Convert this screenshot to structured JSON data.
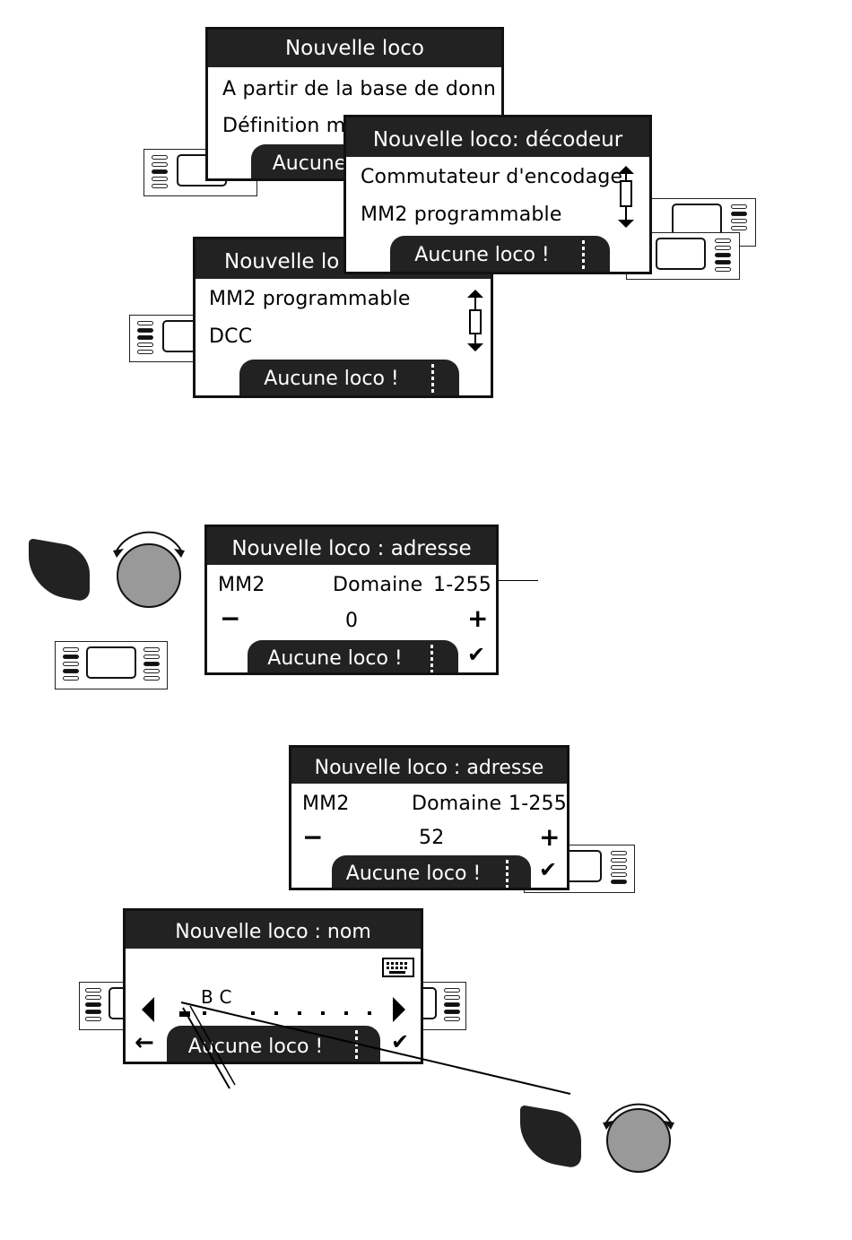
{
  "screens": {
    "new_loco": {
      "title": "Nouvelle loco",
      "items": [
        "A partir de la base de donn",
        "Définition m"
      ],
      "button": "Aucune"
    },
    "decoder_top": {
      "title": "Nouvelle loco: décodeur",
      "items": [
        "Commutateur d'encodage",
        "MM2 programmable"
      ],
      "button": "Aucune loco !"
    },
    "decoder_bottom": {
      "title": "Nouvelle lo",
      "items": [
        "MM2 programmable",
        "DCC"
      ],
      "button": "Aucune loco !"
    },
    "address_1": {
      "title": "Nouvelle loco : adresse",
      "protocol": "MM2",
      "range_label": "Domaine",
      "range": "1-255",
      "minus": "−",
      "value": "0",
      "plus": "+",
      "button": "Aucune loco !",
      "check": "✔"
    },
    "address_2": {
      "title": "Nouvelle loco : adresse",
      "protocol": "MM2",
      "range_label": "Domaine",
      "range": "1-255",
      "minus": "−",
      "value": "52",
      "plus": "+",
      "button": "Aucune loco !",
      "check": "✔"
    },
    "name": {
      "title": "Nouvelle loco : nom",
      "letters": "B C",
      "back": "←",
      "button": "Aucune loco !",
      "check": "✔",
      "keyboard_icon": "keyboard-icon"
    }
  },
  "icons": [
    "device-icon",
    "rotary-knob-icon",
    "finger-icon",
    "scroll-arrow-icon",
    "keyboard-icon",
    "checkmark-icon",
    "back-arrow-icon"
  ],
  "colors": {
    "lcd_dark": "#222222",
    "knob": "#999999",
    "background": "#ffffff"
  }
}
